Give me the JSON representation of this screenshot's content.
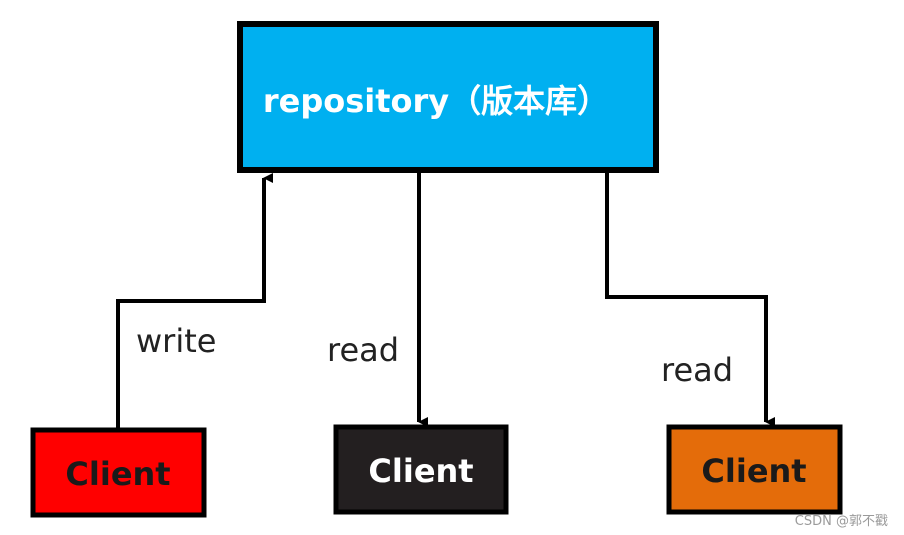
{
  "repository": {
    "label": "repository（版本库）",
    "fill": "#00b0f0"
  },
  "clients": [
    {
      "label": "Client",
      "fill": "#ff0000",
      "text_color": "#1a1a1a"
    },
    {
      "label": "Client",
      "fill": "#231f20",
      "text_color": "#ffffff"
    },
    {
      "label": "Client",
      "fill": "#e46c0a",
      "text_color": "#1a1a1a"
    }
  ],
  "edges": [
    {
      "label": "write",
      "direction": "client-to-repository"
    },
    {
      "label": "read",
      "direction": "repository-to-client"
    },
    {
      "label": "read",
      "direction": "repository-to-client"
    }
  ],
  "watermark": "CSDN @郭不戳"
}
